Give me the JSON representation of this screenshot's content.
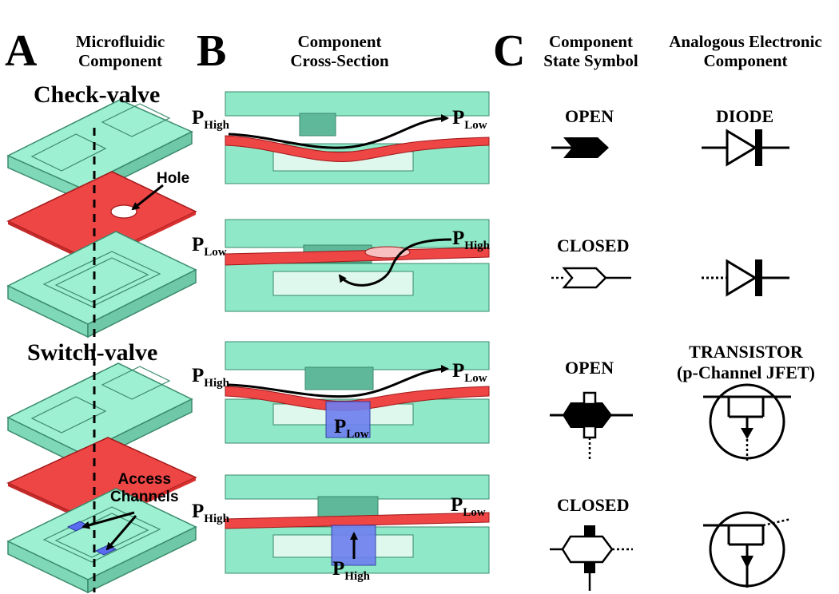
{
  "panels": {
    "a": {
      "letter": "A",
      "header_line1": "Microfluidic",
      "header_line2": "Component"
    },
    "b": {
      "letter": "B",
      "header_line1": "Component",
      "header_line2": "Cross-Section"
    },
    "c": {
      "letter": "C",
      "header1_line1": "Component",
      "header1_line2": "State Symbol",
      "header2_line1": "Analogous Electronic",
      "header2_line2": "Component"
    }
  },
  "labels": {
    "check_valve": "Check-valve",
    "switch_valve": "Switch-valve",
    "hole": "Hole",
    "access_line1": "Access",
    "access_line2": "Channels"
  },
  "pressure": {
    "p": "P",
    "high": "High",
    "low": "Low"
  },
  "states": {
    "open1": "OPEN",
    "closed1": "CLOSED",
    "open2": "OPEN",
    "closed2": "CLOSED"
  },
  "electronic": {
    "diode": "DIODE",
    "transistor_line1": "TRANSISTOR",
    "transistor_line2": "(p-Channel JFET)"
  },
  "colors": {
    "block": "#8fe8c8",
    "membrane": "#ee4040",
    "access": "#6f7ff0",
    "ink": "#000000"
  }
}
